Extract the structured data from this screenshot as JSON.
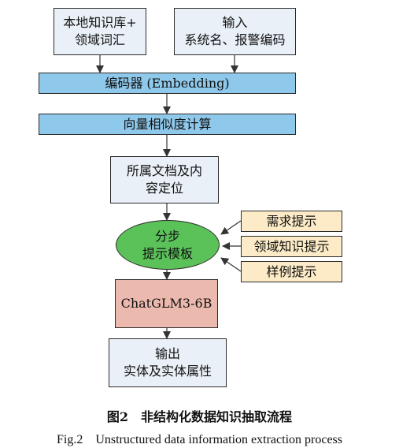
{
  "nodes": {
    "knowledge_base": "本地知识库+\n领域词汇",
    "input": "输入\n系统名、报警编码",
    "encoder": "编码器 (Embedding)",
    "similarity": "向量相似度计算",
    "documents": "所属文档及内\n容定位",
    "template": "分步\n提示模板",
    "llm": "ChatGLM3-6B",
    "output": "输出\n实体及实体属性"
  },
  "prompts": [
    "需求提示",
    "领域知识提示",
    "样例提示"
  ],
  "caption": {
    "chinese": "图2　非结构化数据知识抽取流程",
    "english": "Fig.2　Unstructured data information extraction process"
  },
  "colors": {
    "light_box": "#e9f0f7",
    "blue_bar": "#8ec8ea",
    "cream_box": "#fcebc6",
    "green_ellipse": "#5bc25a",
    "pink_box": "#ecb9ae"
  }
}
